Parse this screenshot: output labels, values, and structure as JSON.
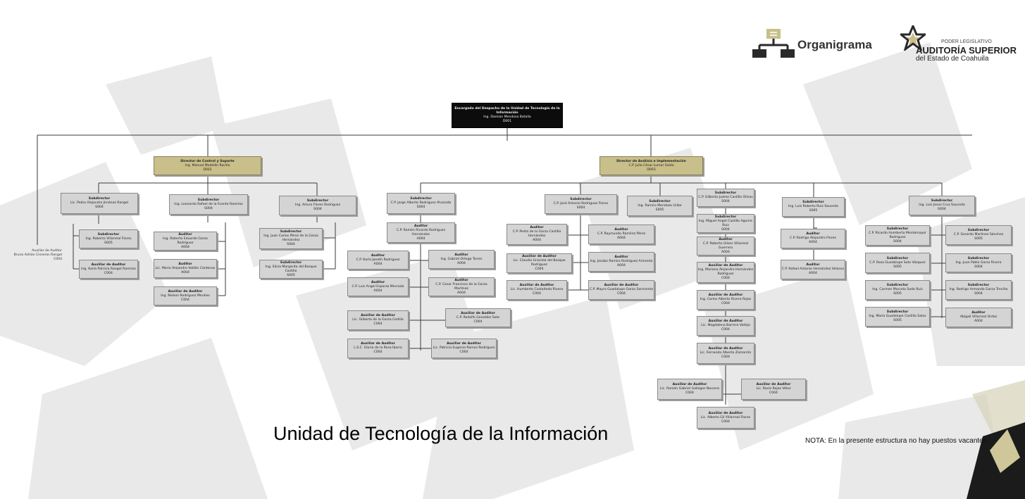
{
  "logo": {
    "organigrama": "Organigrama",
    "poder": "PODER LEGISLATIVO",
    "asf": "AUDITORÍA SUPERIOR",
    "estado": "del Estado de Coahuila"
  },
  "title": "Unidad de Tecnología de la Información",
  "note": "NOTA: En la presente estructura no hay puestos vacantes.",
  "colors": {
    "top": "#0c0c0c",
    "director": "#c8bf8a",
    "box": "#d4d4d4",
    "accent": "#2a2a2a"
  },
  "nodes": {
    "top": {
      "title": "Encargado del Despacho de la Unidad de Tecnología de la Información",
      "name": "Ing. Damian Mendoza Batalla",
      "code": "D001"
    },
    "dir1": {
      "title": "Director de Control y Soporte",
      "name": "Ing. Manuel Medellín Rocillo",
      "code": "D002"
    },
    "dir2": {
      "title": "Director de Análisis e Implementación",
      "name": "C.P. Julio César Lumar Saldo",
      "code": "D003"
    },
    "auxleft": {
      "title": "Auxiliar de Auditor",
      "name": "Bruno Adrián Cisneros Rangel",
      "code": "C004"
    },
    "a1": {
      "title": "Subdirector",
      "name": "Lic. Pedro Alejandro Jiménez Rangel",
      "code": "S004"
    },
    "a2": {
      "title": "Subdirector",
      "name": "Ing. Roberto Villarreal Flores",
      "code": "S005"
    },
    "a3": {
      "title": "Auxiliar de Auditor",
      "name": "Ing. Karla Patricia Rangel Ramírez",
      "code": "C004"
    },
    "b1": {
      "title": "Subdirector",
      "name": "Ing. Leonardo Rafael de la Fuente Ramírez",
      "code": "S004"
    },
    "b2": {
      "title": "Auditor",
      "name": "Ing. Roberto Eduardo Garza Rodríguez",
      "code": "A004"
    },
    "b3": {
      "title": "Auditor",
      "name": "Lic. Mario Alejandro Valdés Cárdenas",
      "code": "A004"
    },
    "b4": {
      "title": "Auxiliar de Auditor",
      "name": "Ing. Nelson Rodríguez Morales",
      "code": "C004"
    },
    "c1": {
      "title": "Subdirector",
      "name": "Ing. Arturo Flores Rodríguez",
      "code": "S004"
    },
    "c2": {
      "title": "Subdirector",
      "name": "Ing. Juan Carlos Pérez de la Garza Hernández",
      "code": "S004"
    },
    "c3": {
      "title": "Subdirector",
      "name": "Ing. Silvia Margarita del Bosque Castillo",
      "code": "S005"
    },
    "d1": {
      "title": "Subdirector",
      "name": "C.P. Jorge Alberto Rodríguez Alvarado",
      "code": "S004"
    },
    "d2": {
      "title": "Auditor",
      "name": "C.P. Ramón Ricardo Rodríguez Hernández",
      "code": "A004"
    },
    "d3": {
      "title": "Auditor",
      "name": "C.P. Karla Janeth Rodríguez",
      "code": "A004"
    },
    "d4": {
      "title": "Auditor",
      "name": "Ing. Gabriel Ortega Torres",
      "code": "A004"
    },
    "d5": {
      "title": "Auditor",
      "name": "C.P. Luis Angel Esparza Mercado",
      "code": "A004"
    },
    "d6": {
      "title": "Auditor",
      "name": "C.P. Cesar Francisco de la Garza Martínez",
      "code": "A004"
    },
    "d7": {
      "title": "Auxiliar de Auditor",
      "name": "Lic. Gilberto de la Garza Cedillo",
      "code": "C004"
    },
    "d8": {
      "title": "Auxiliar de Auditor",
      "name": "C.P. Rodolfo González Soto",
      "code": "C004"
    },
    "d9": {
      "title": "Auxiliar de Auditor",
      "name": "L.S.C. Gloria de la Rosa Ibarra",
      "code": "C004"
    },
    "d10": {
      "title": "Auxiliar de Auditor",
      "name": "Lic. Patricia Eugenia Ramos Rodríguez",
      "code": "C004"
    },
    "e1": {
      "title": "Subdirector",
      "name": "C.P. José Antonio Rodríguez Flores",
      "code": "S004"
    },
    "e2": {
      "title": "Auditor",
      "name": "C.P. Pedro de la Garza Castillo Hernández",
      "code": "A004"
    },
    "e3": {
      "title": "Auditor",
      "name": "C.P. Raymundo Ramírez Pérez",
      "code": "A004"
    },
    "e4": {
      "title": "Auxiliar de Auditor",
      "name": "Lic. Claudia Graciela del Bosque Rodríguez",
      "code": "C004"
    },
    "e5": {
      "title": "Auditor",
      "name": "Ing. Jacobo Ramiro Rodríguez Armenta",
      "code": "A004"
    },
    "e6": {
      "title": "Auxiliar de Auditor",
      "name": "Lic. Humberto Castañeda Rivera",
      "code": "C004"
    },
    "e7": {
      "title": "Auxiliar de Auditor",
      "name": "C.P. Mayra Guadalupe Garza Sarmiento",
      "code": "C004"
    },
    "f1": {
      "title": "Subdirector",
      "name": "Ing. Ramiro Mendoza Uribe",
      "code": "S005"
    },
    "g1": {
      "title": "Subdirector",
      "name": "C.P. Gilberto Juárez Castillo Olivas",
      "code": "S004"
    },
    "g2": {
      "title": "Subdirector",
      "name": "Ing. Miguel Angel Castillo Aguirre Ruiz",
      "code": "S004"
    },
    "g3": {
      "title": "Auditor",
      "name": "C.P. Roberto Ulises Villarreal Guerrero",
      "code": "A004"
    },
    "g4": {
      "title": "Auxiliar de Auditor",
      "name": "Ing. Mariano Alejandro Hernández Rodríguez",
      "code": "C004"
    },
    "g5": {
      "title": "Auxiliar de Auditor",
      "name": "Ing. Carlos Alberto Rivera Rojas",
      "code": "C004"
    },
    "g6": {
      "title": "Auxiliar de Auditor",
      "name": "Lic. Magdalena Barrera Vallejo",
      "code": "C004"
    },
    "g7": {
      "title": "Auxiliar de Auditor",
      "name": "Lic. Fernando Alberto Zamarrón",
      "code": "C004"
    },
    "g8": {
      "title": "Auxiliar de Auditor",
      "name": "Lic. Ramón Gabriel Gallegos Navarro",
      "code": "C004"
    },
    "g9": {
      "title": "Auxiliar de Auditor",
      "name": "Lic. Rocío Rojas Vélez",
      "code": "C004"
    },
    "g10": {
      "title": "Auxiliar de Auditor",
      "name": "Lic. Alberto Gil Villarreal Flores",
      "code": "C004"
    },
    "h1": {
      "title": "Subdirector",
      "name": "Ing. Luis Roberto Ruiz Saucedo",
      "code": "S005"
    },
    "h2": {
      "title": "Auditor",
      "name": "C.P. Rodrigo Alejandro Flores",
      "code": "A004"
    },
    "h3": {
      "title": "Auditor",
      "name": "C.P. Rafael Antonio Hernández Velasco",
      "code": "A004"
    },
    "i1": {
      "title": "Subdirector",
      "name": "Ing. Luis Jesús Cruz Saucedo",
      "code": "S004"
    },
    "i2": {
      "title": "Subdirector",
      "name": "C.P. Ricardo Humberto Montemayor Rodríguez",
      "code": "S004"
    },
    "i3": {
      "title": "Subdirector",
      "name": "C.P. Gerardo Martínez Sánchez",
      "code": "S005"
    },
    "i4": {
      "title": "Subdirector",
      "name": "C.P. Rosa Guadalupe Soto Vázquez",
      "code": "S005"
    },
    "i5": {
      "title": "Subdirector",
      "name": "Ing. Juan Pablo Garza Rivera",
      "code": "S004"
    },
    "i6": {
      "title": "Subdirector",
      "name": "Ing. Carmen Marcelo Sada Ruiz",
      "code": "S005"
    },
    "i7": {
      "title": "Subdirector",
      "name": "Ing. Rodrigo Armando Garza Treviño",
      "code": "S004"
    },
    "i8": {
      "title": "Subdirector",
      "name": "Ing. María Guadalupe Castillo Salas",
      "code": "S005"
    },
    "i9": {
      "title": "Auditor",
      "name": "Abigail Villarreal Ordaz",
      "code": "A004"
    }
  }
}
